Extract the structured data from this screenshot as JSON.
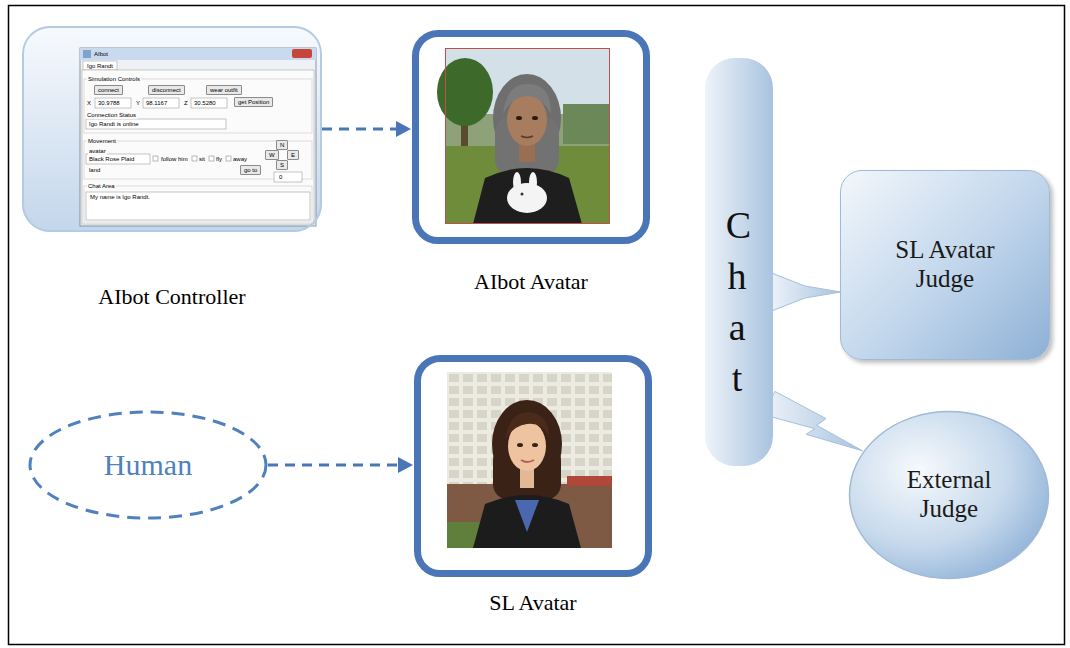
{
  "diagram": {
    "nodes": [
      {
        "text": [
          "AIbot Controller"
        ]
      },
      {
        "text": [
          "AIbot Avatar"
        ]
      },
      {
        "text": [
          "Chat"
        ]
      },
      {
        "text": [
          "SL Avatar Judge"
        ]
      },
      {
        "text": [
          "Human"
        ]
      },
      {
        "text": [
          "SL Avatar"
        ]
      },
      {
        "text": [
          "External Judge"
        ]
      }
    ],
    "edges": [
      {
        "from": 0,
        "to": 1,
        "arrow": "to"
      },
      {
        "from": 4,
        "to": 5,
        "arrow": "to"
      },
      {
        "from": 2,
        "to": 3,
        "arrow": "none"
      },
      {
        "from": 2,
        "to": 6,
        "arrow": "none"
      }
    ],
    "labels": [
      "AIbot",
      "Igo Randt",
      "Simulation Controls",
      "connect",
      "disconnect",
      "wear outfit",
      "X",
      "30.9788",
      "Y",
      "98.1167",
      "Z",
      "30.5280",
      "get Position",
      "Connection Status",
      "Igo Randt is online",
      "Movement",
      "avatar",
      "Black Rose Plaid",
      "follow him",
      "sit",
      "fly",
      "away",
      "land",
      "go to",
      "N",
      "W",
      "E",
      "S",
      "0",
      "Chat Area",
      "My name is Igo Randt."
    ]
  }
}
